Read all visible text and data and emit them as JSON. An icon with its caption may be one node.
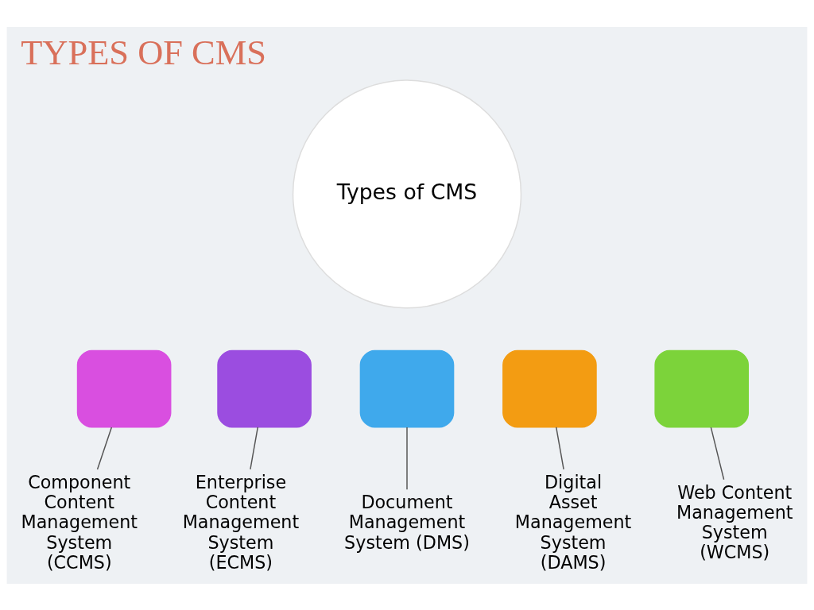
{
  "diagram": {
    "title": "TYPES OF CMS",
    "nodes": [
      {
        "text": [
          "Types of CMS"
        ]
      },
      {
        "text": [],
        "shape": "box"
      },
      {
        "text": [],
        "shape": "box"
      },
      {
        "text": [],
        "shape": "box"
      },
      {
        "text": [],
        "shape": "box"
      },
      {
        "text": [],
        "shape": "box"
      },
      {
        "text": [
          "Component Content Management System (CCMS)"
        ]
      },
      {
        "text": [
          "Enterprise Content Management System (ECMS)"
        ]
      },
      {
        "text": [
          "Document Management System (DMS)"
        ]
      },
      {
        "text": [
          "Digital Asset Management System (DAMS)"
        ]
      },
      {
        "text": [
          "Web Content Management System (WCMS)"
        ]
      }
    ],
    "edges": [
      {
        "from": 6,
        "to": 1,
        "arrow": "none"
      },
      {
        "from": 7,
        "to": 2,
        "arrow": "none"
      },
      {
        "from": 8,
        "to": 3,
        "arrow": "none"
      },
      {
        "from": 9,
        "to": 4,
        "arrow": "none"
      },
      {
        "from": 10,
        "to": 5,
        "arrow": "none"
      }
    ]
  }
}
